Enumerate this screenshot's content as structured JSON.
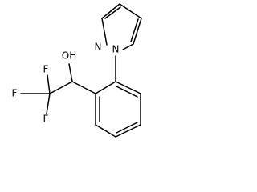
{
  "molecule": {
    "labels": {
      "n_ring": "N",
      "n_attach": "N",
      "oh": "OH",
      "f_left": "F",
      "f_top": "F",
      "f_bottom": "F"
    },
    "colors": {
      "bond": "#000000",
      "text": "#000000",
      "background": "#ffffff"
    }
  }
}
